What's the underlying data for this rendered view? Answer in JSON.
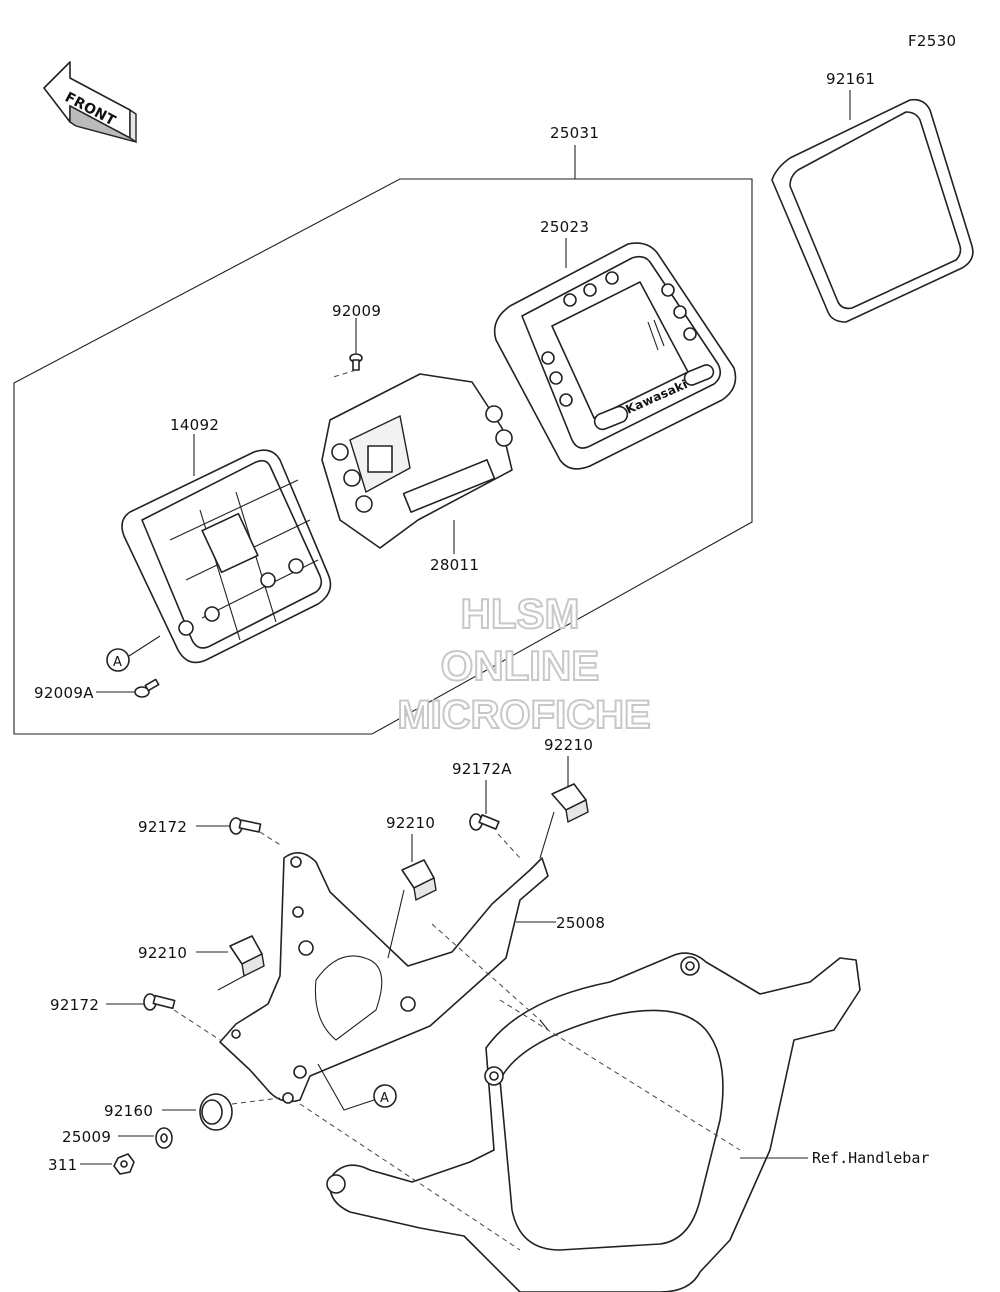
{
  "figure_code": "F2530",
  "front_label": "FRONT",
  "callout_letter": "A",
  "part_labels": {
    "p92161": "92161",
    "p25031": "25031",
    "p25023": "25023",
    "p92009": "92009",
    "p14092": "14092",
    "p28011": "28011",
    "p92009A": "92009A",
    "p92210_top": "92210",
    "p92172A": "92172A",
    "p92172_top": "92172",
    "p92210_mid": "92210",
    "p25008": "25008",
    "p92210_left": "92210",
    "p92172_left": "92172",
    "p92160": "92160",
    "p25009": "25009",
    "p311": "311",
    "ref_handlebar": "Ref.Handlebar"
  },
  "brand_text": "Kawasaki",
  "watermark": {
    "line1": "HLSM",
    "line2": "ONLINE",
    "line3": "MICROFICHE"
  }
}
